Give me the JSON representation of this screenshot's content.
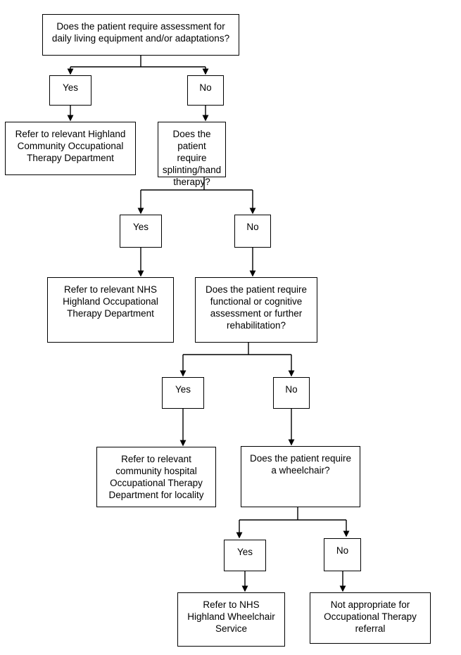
{
  "colors": {
    "background": "#ffffff",
    "box_fill": "#ffffff",
    "box_border": "#000000",
    "text": "#000000",
    "connector": "#000000"
  },
  "nodes": {
    "q_equipment": {
      "lines": [
        "Does the patient require assessment for",
        "daily living equipment and/or adaptations?"
      ]
    },
    "yes1": {
      "lines": [
        "Yes"
      ]
    },
    "no1": {
      "lines": [
        "No"
      ]
    },
    "refer_highland_community": {
      "lines": [
        "Refer to relevant Highland",
        "Community Occupational",
        "Therapy Department"
      ]
    },
    "q_splinting": {
      "lines": [
        "Does the patient",
        "require",
        "splinting/hand",
        "therapy?"
      ]
    },
    "yes2": {
      "lines": [
        "Yes"
      ]
    },
    "no2": {
      "lines": [
        "No"
      ]
    },
    "refer_nhs_highland": {
      "lines": [
        "Refer to relevant NHS",
        "Highland Occupational",
        "Therapy Department"
      ]
    },
    "q_functional": {
      "lines": [
        "Does the patient require",
        "functional or cognitive",
        "assessment or further",
        "rehabilitation?"
      ]
    },
    "yes3": {
      "lines": [
        "Yes"
      ]
    },
    "no3": {
      "lines": [
        "No"
      ]
    },
    "refer_community_hospital": {
      "lines": [
        "Refer to relevant",
        "community hospital",
        "Occupational Therapy",
        "Department for locality"
      ]
    },
    "q_wheelchair": {
      "lines": [
        "Does the patient require",
        "a wheelchair?"
      ]
    },
    "yes4": {
      "lines": [
        "Yes"
      ]
    },
    "no4": {
      "lines": [
        "No"
      ]
    },
    "refer_wheelchair": {
      "lines": [
        "Refer to NHS",
        "Highland Wheelchair",
        "Service"
      ]
    },
    "not_appropriate": {
      "lines": [
        "Not appropriate for",
        "Occupational Therapy",
        "referral"
      ]
    }
  }
}
